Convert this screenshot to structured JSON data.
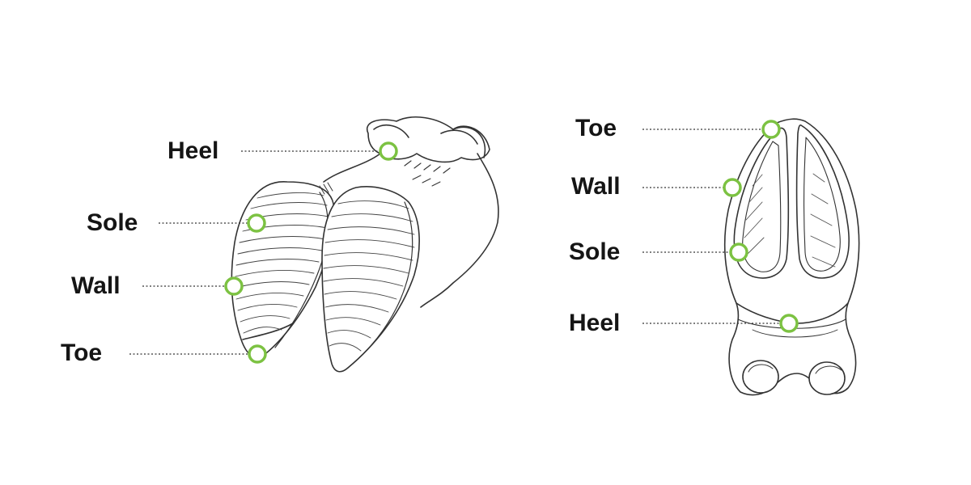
{
  "accent_color": "#7cc242",
  "line_color": "#333333",
  "left_diagram": {
    "labels": {
      "heel": "Heel",
      "sole": "Sole",
      "wall": "Wall",
      "toe": "Toe"
    }
  },
  "right_diagram": {
    "labels": {
      "toe": "Toe",
      "wall": "Wall",
      "sole": "Sole",
      "heel": "Heel"
    }
  }
}
